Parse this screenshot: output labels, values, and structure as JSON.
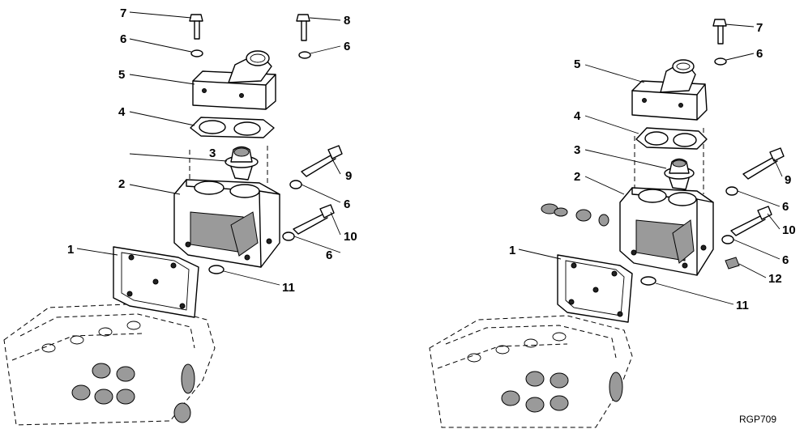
{
  "figure": {
    "code": "RGP709",
    "left_view_labels": [
      "7",
      "8",
      "6",
      "6",
      "5",
      "4",
      "3",
      "2",
      "9",
      "6",
      "10",
      "6",
      "1",
      "11"
    ],
    "right_view_labels": [
      "7",
      "6",
      "5",
      "4",
      "3",
      "2",
      "9",
      "6",
      "10",
      "6",
      "12",
      "1",
      "11"
    ]
  }
}
